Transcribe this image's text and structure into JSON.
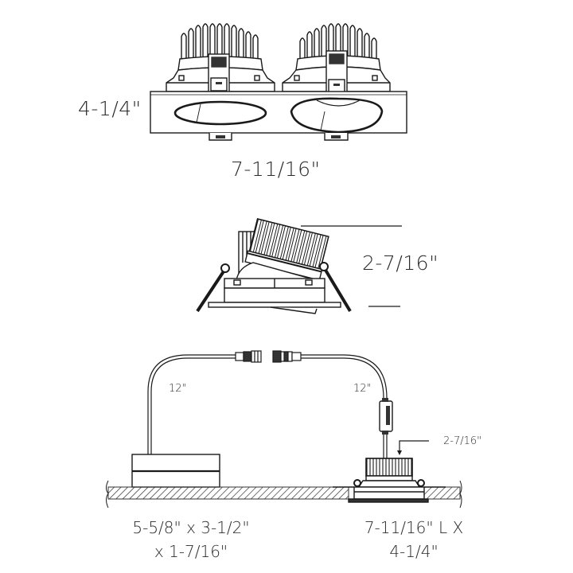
{
  "top_view": {
    "height_label": "4-1/4\"",
    "width_label": "7-11/16\""
  },
  "side_view": {
    "height_label": "2-7/16\""
  },
  "installation_view": {
    "cable_left_label": "12\"",
    "cable_right_label": "12\"",
    "fixture_height_label": "2-7/16\"",
    "driver_box_dims": {
      "line1": "5-5/8\" x 3-1/2\"",
      "line2": "x 1-7/16\""
    },
    "fixture_dims": {
      "line1": "7-11/16\" L X",
      "line2": "4-1/4\""
    }
  },
  "colors": {
    "line": "#1a1a1a",
    "text": "#2a2a2a",
    "background": "#ffffff"
  }
}
